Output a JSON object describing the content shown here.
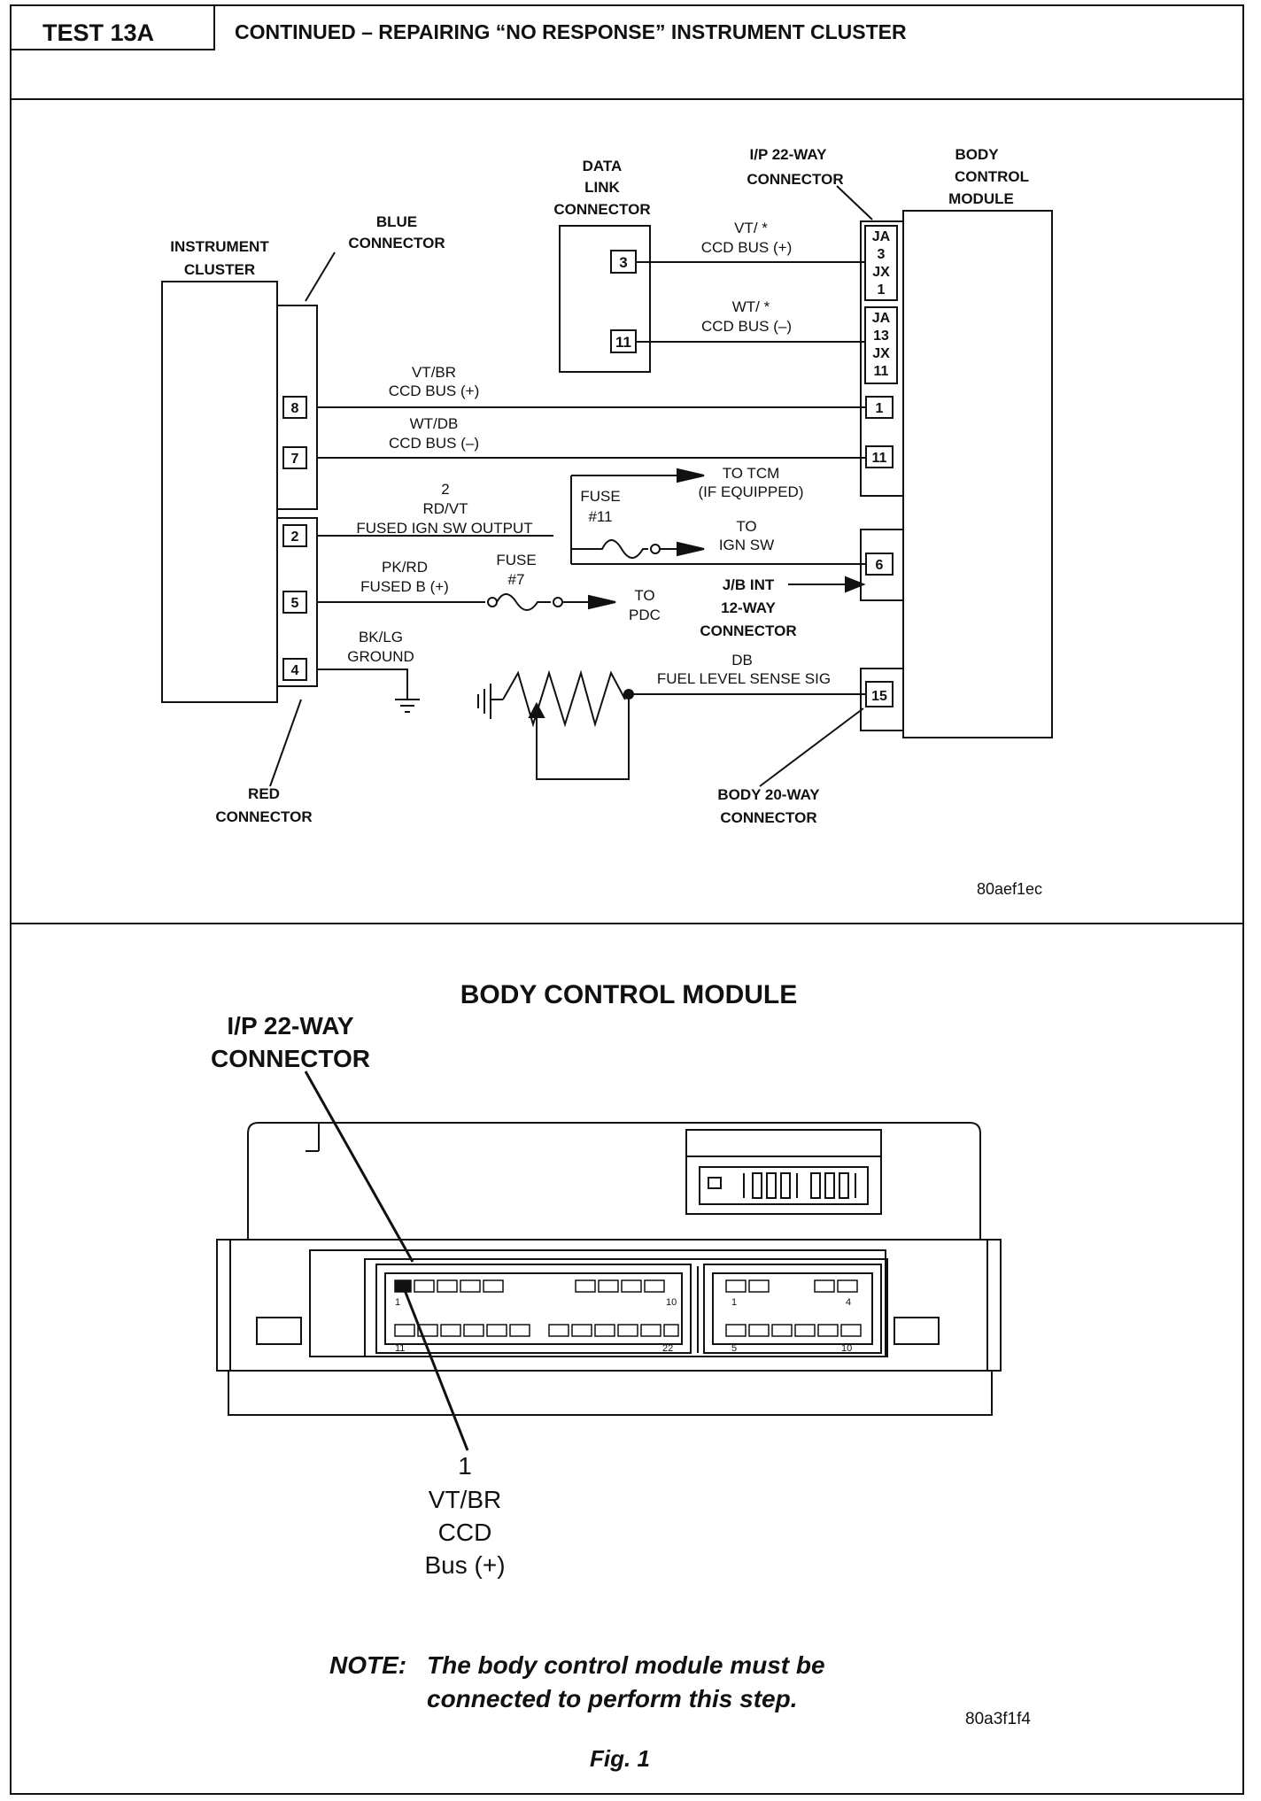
{
  "header": {
    "test_label": "TEST 13A",
    "title": "CONTINUED – REPAIRING “NO RESPONSE” INSTRUMENT CLUSTER"
  },
  "wiring_diagram": {
    "instrument_cluster": {
      "label_1": "INSTRUMENT",
      "label_2": "CLUSTER"
    },
    "blue_connector": {
      "label_1": "BLUE",
      "label_2": "CONNECTOR"
    },
    "red_connector": {
      "label_1": "RED",
      "label_2": "CONNECTOR"
    },
    "data_link_connector": {
      "label_1": "DATA",
      "label_2": "LINK",
      "label_3": "CONNECTOR",
      "pin_a": "3",
      "pin_b": "11"
    },
    "ip_22way_connector": {
      "label_1": "I/P 22-WAY",
      "label_2": "CONNECTOR"
    },
    "body_control_module": {
      "label_1": "BODY",
      "label_2": "CONTROL",
      "label_3": "MODULE"
    },
    "bcm_pins": {
      "ja3": [
        "JA",
        "3",
        "JX",
        "1"
      ],
      "ja13": [
        "JA",
        "13",
        "JX",
        "11"
      ],
      "p1": "1",
      "p11": "11",
      "p6": "6",
      "p15": "15"
    },
    "cluster_pins": {
      "p8": "8",
      "p7": "7",
      "p2": "2",
      "p5": "5",
      "p4": "4"
    },
    "wires": {
      "dlc3": {
        "color": "VT/ *",
        "name": "CCD BUS (+)"
      },
      "dlc11": {
        "color": "WT/ *",
        "name": "CCD BUS (–)"
      },
      "w8": {
        "color": "VT/BR",
        "name": "CCD BUS (+)"
      },
      "w7": {
        "color": "WT/DB",
        "name": "CCD BUS (–)"
      },
      "w2": {
        "num": "2",
        "color": "RD/VT",
        "name": "FUSED IGN SW OUTPUT"
      },
      "w5": {
        "color": "PK/RD",
        "name": "FUSED B (+)"
      },
      "w4": {
        "color": "BK/LG",
        "name": "GROUND"
      },
      "w15": {
        "color": "DB",
        "name": "FUEL LEVEL SENSE SIG"
      }
    },
    "fuse11": {
      "label_1": "FUSE",
      "label_2": "#11"
    },
    "fuse7": {
      "label_1": "FUSE",
      "label_2": "#7"
    },
    "to_tcm": {
      "label_1": "TO TCM",
      "label_2": "(IF EQUIPPED)"
    },
    "to_ign": {
      "label_1": "TO",
      "label_2": "IGN SW"
    },
    "to_pdc": {
      "label_1": "TO",
      "label_2": "PDC"
    },
    "jb_connector": {
      "label_1": "J/B INT",
      "label_2": "12-WAY",
      "label_3": "CONNECTOR"
    },
    "body_20way": {
      "label_1": "BODY 20-WAY",
      "label_2": "CONNECTOR"
    },
    "figure_id": "80aef1ec"
  },
  "bcm_view": {
    "title": "BODY CONTROL MODULE",
    "connector_label_1": "I/P 22-WAY",
    "connector_label_2": "CONNECTOR",
    "pin_callout": {
      "pin": "1",
      "color": "VT/BR",
      "line2": "CCD",
      "line3": "Bus (+)"
    },
    "left_conn_nums": {
      "a": "1",
      "b": "10",
      "c": "11",
      "d": "22"
    },
    "right_conn_nums": {
      "a": "1",
      "b": "4",
      "c": "5",
      "d": "10"
    },
    "note_prefix": "NOTE:",
    "note_line1": "The body control module must be",
    "note_line2": "connected to perform this step.",
    "figure_id": "80a3f1f4",
    "fig_caption": "Fig. 1"
  }
}
